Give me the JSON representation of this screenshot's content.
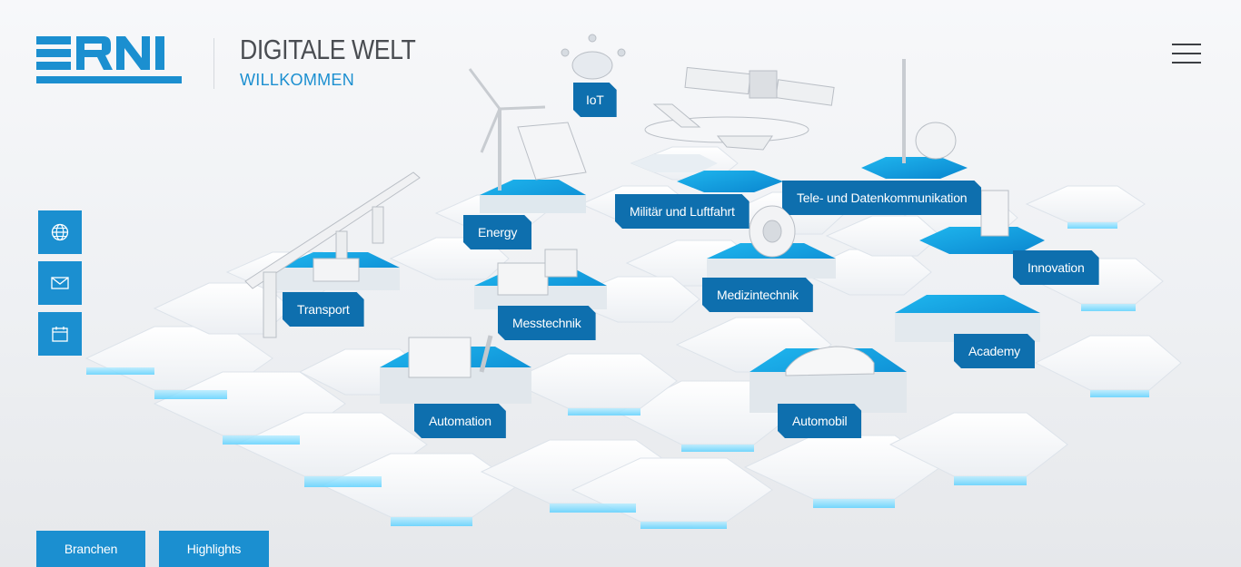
{
  "header": {
    "logo_text": "ERNI",
    "title": "DIGITALE WELT",
    "subtitle": "WILLKOMMEN"
  },
  "side_buttons": [
    {
      "icon": "globe-icon"
    },
    {
      "icon": "mail-icon"
    },
    {
      "icon": "calendar-icon"
    }
  ],
  "hotspots": {
    "iot": "IoT",
    "energy": "Energy",
    "military": "Militär und Luftfahrt",
    "telecom": "Tele- und Datenkommunikation",
    "innovation": "Innovation",
    "transport": "Transport",
    "medical": "Medizintechnik",
    "measurement": "Messtechnik",
    "academy": "Academy",
    "automation": "Automation",
    "automotive": "Automobil"
  },
  "bottom_nav": {
    "branchen": "Branchen",
    "highlights": "Highlights"
  },
  "colors": {
    "brand_blue": "#1b8fd0",
    "label_blue": "#0e6fae",
    "title_gray": "#4a4d52",
    "platform_cyan": "#18b4ea"
  }
}
